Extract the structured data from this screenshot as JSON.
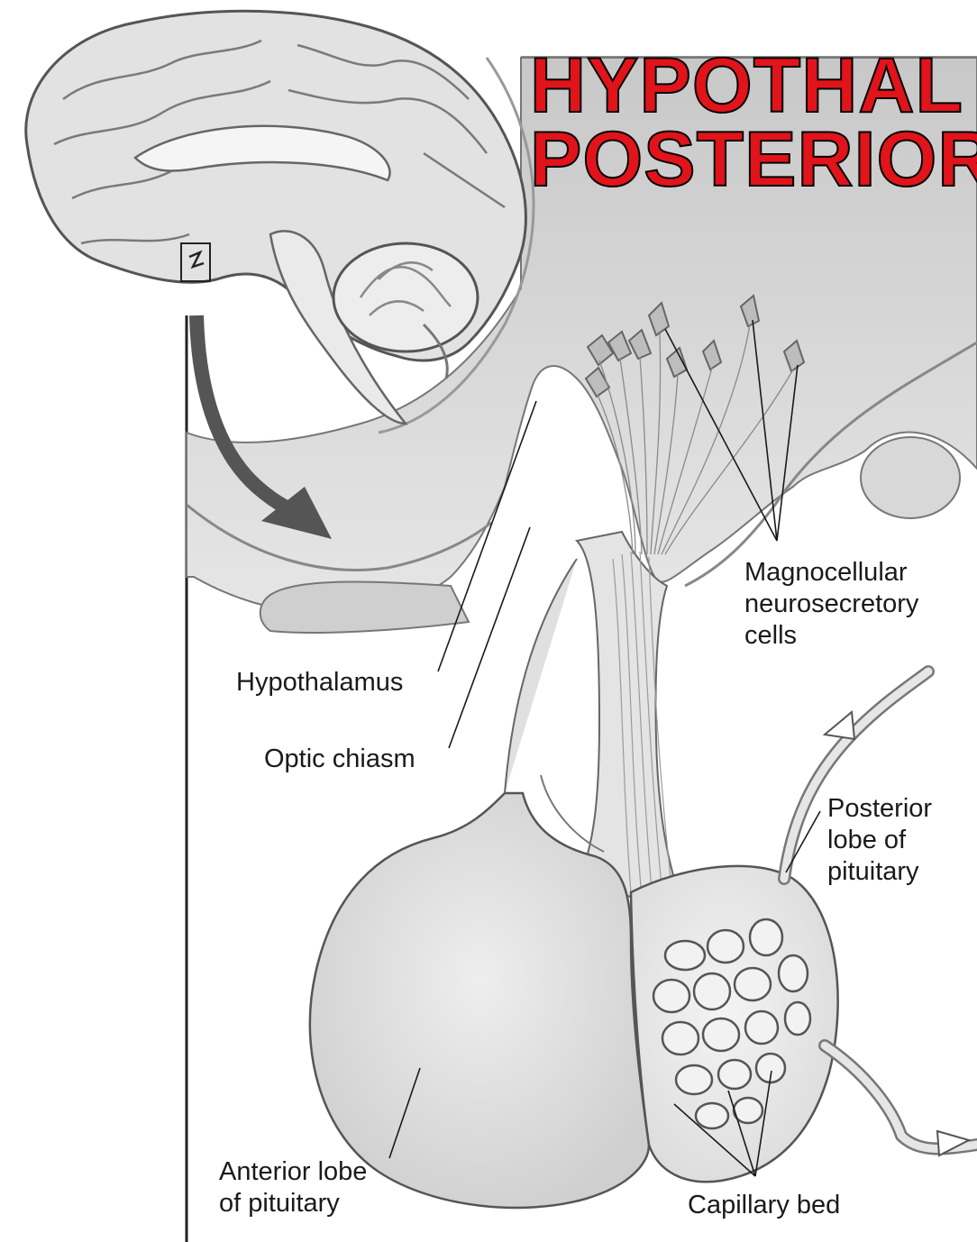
{
  "title": {
    "line1": "HYPOTHAL",
    "line2": "POSTERIOR",
    "color": "#e0141a"
  },
  "labels": {
    "hypothalamus": "Hypothalamus",
    "optic_chiasm": "Optic chiasm",
    "magnocellular": "Magnocellular\nneurosecretory\ncells",
    "posterior_lobe": "Posterior\nlobe of\npituitary",
    "anterior_lobe": "Anterior lobe\nof pituitary",
    "capillary_bed": "Capillary bed"
  },
  "colors": {
    "tissue_light": "#ececec",
    "tissue_mid": "#d6d6d6",
    "tissue_dark": "#9a9a9a",
    "outline": "#555555",
    "arrow": "#555555"
  }
}
